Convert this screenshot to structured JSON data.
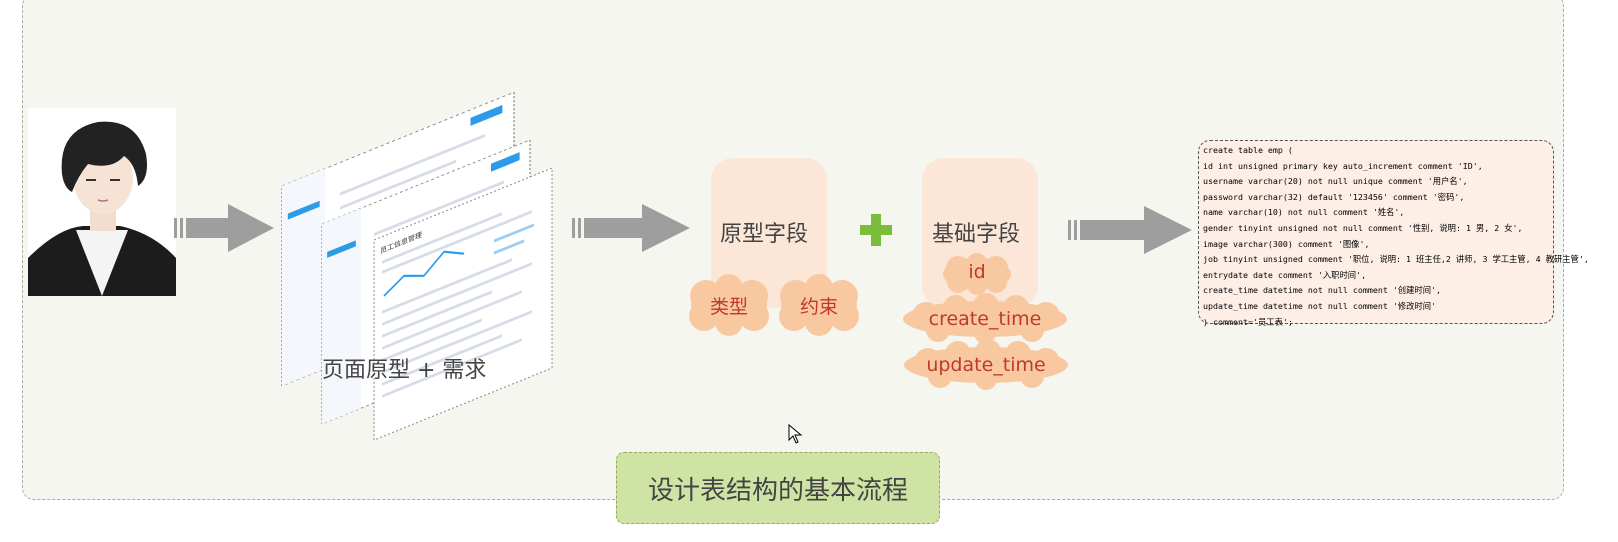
{
  "diagram": {
    "step1_caption": "页面原型 + 需求",
    "prototype_field": {
      "title": "原型字段",
      "tags": [
        "类型",
        "约束"
      ]
    },
    "base_field": {
      "title": "基础字段",
      "tags": [
        "id",
        "create_time",
        "update_time"
      ]
    },
    "footer_title": "设计表结构的基本流程",
    "mock_heading": "员工信息管理"
  },
  "sql": {
    "lines": [
      "create table emp (",
      "  id int unsigned primary key auto_increment comment 'ID',",
      "  username varchar(20) not null unique comment '用户名',",
      "  password varchar(32) default '123456' comment '密码',",
      "  name varchar(10) not null comment '姓名',",
      "  gender tinyint unsigned not null comment '性别, 说明: 1 男, 2 女',",
      "  image varchar(300) comment '图像',",
      "  job tinyint unsigned comment '职位, 说明: 1 班主任,2 讲师, 3 学工主管, 4 教研主管',",
      "  entrydate date comment '入职时间',",
      "  create_time datetime not null comment '创建时间',",
      "  update_time datetime not null comment '修改时间'",
      ") comment='员工表';"
    ]
  },
  "colors": {
    "arrow": "#9e9e9e",
    "plus": "#7cbd3a",
    "tag_text": "#c0392b",
    "cloud": "#f8c9a0",
    "footer": "#cfe3a5"
  }
}
